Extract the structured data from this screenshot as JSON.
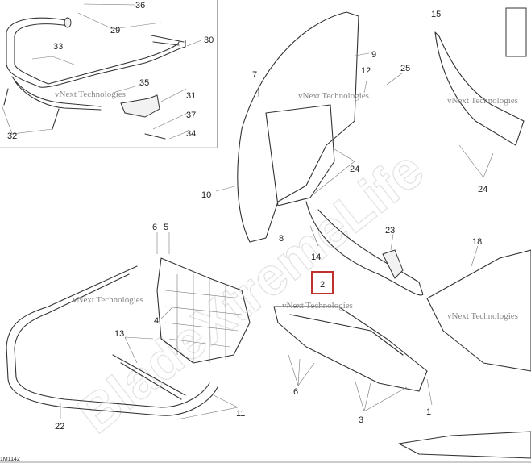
{
  "diagram": {
    "drawing_code": "1M1142",
    "highlighted_callout": "2",
    "highlight_color": "#c0302c",
    "watermark_small": "vNext Technologies",
    "watermark_large": "BladeXtremeLife",
    "inset_callouts": [
      "36",
      "29",
      "30",
      "33",
      "35",
      "31",
      "37",
      "34",
      "32"
    ],
    "callouts": {
      "c15": "15",
      "c9": "9",
      "c12": "12",
      "c25": "25",
      "c7": "7",
      "c24a": "24",
      "c24b": "24",
      "c10": "10",
      "c8": "8",
      "c14": "14",
      "c23": "23",
      "c18": "18",
      "c2": "2",
      "c6a": "6",
      "c5": "5",
      "c4": "4",
      "c13": "13",
      "c11": "11",
      "c22": "22",
      "c6b": "6",
      "c3": "3",
      "c1": "1"
    }
  }
}
